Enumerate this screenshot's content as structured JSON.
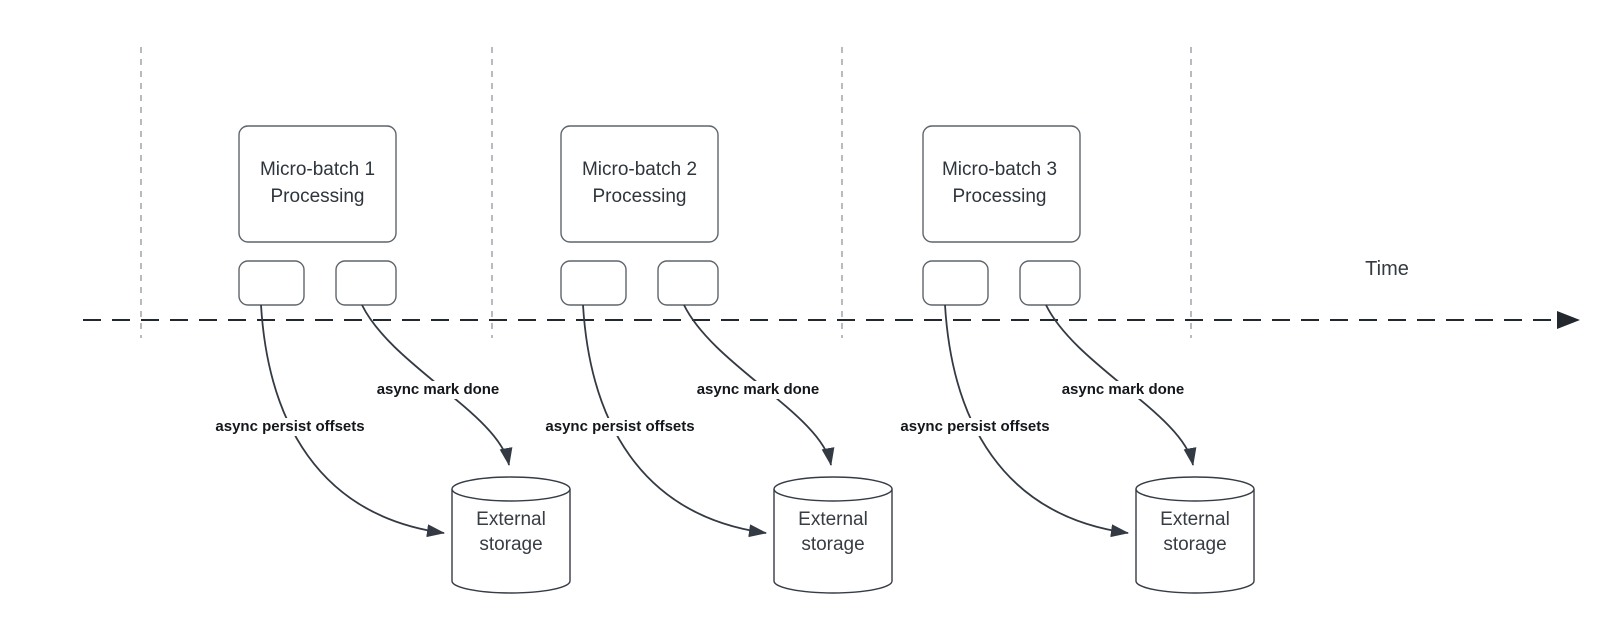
{
  "diagram": {
    "time_axis_label": "Time",
    "batches": [
      {
        "box_lines": [
          "Micro-batch 1",
          "Processing"
        ],
        "persist_label": "async persist offsets",
        "done_label": "async mark done",
        "storage_lines": [
          "External",
          "storage"
        ]
      },
      {
        "box_lines": [
          "Micro-batch 2",
          "Processing"
        ],
        "persist_label": "async persist offsets",
        "done_label": "async mark done",
        "storage_lines": [
          "External",
          "storage"
        ]
      },
      {
        "box_lines": [
          "Micro-batch 3",
          "Processing"
        ],
        "persist_label": "async persist offsets",
        "done_label": "async mark done",
        "storage_lines": [
          "External",
          "storage"
        ]
      }
    ],
    "colors": {
      "guide_line": "#a6aaaf",
      "timeline": "#23272e",
      "shape_stroke": "#5f656c",
      "cylinder_stroke": "#363c45",
      "arrow": "#343a43",
      "label_text": "#14171b",
      "box_text": "#2f353c",
      "time_text": "#343a41"
    }
  }
}
